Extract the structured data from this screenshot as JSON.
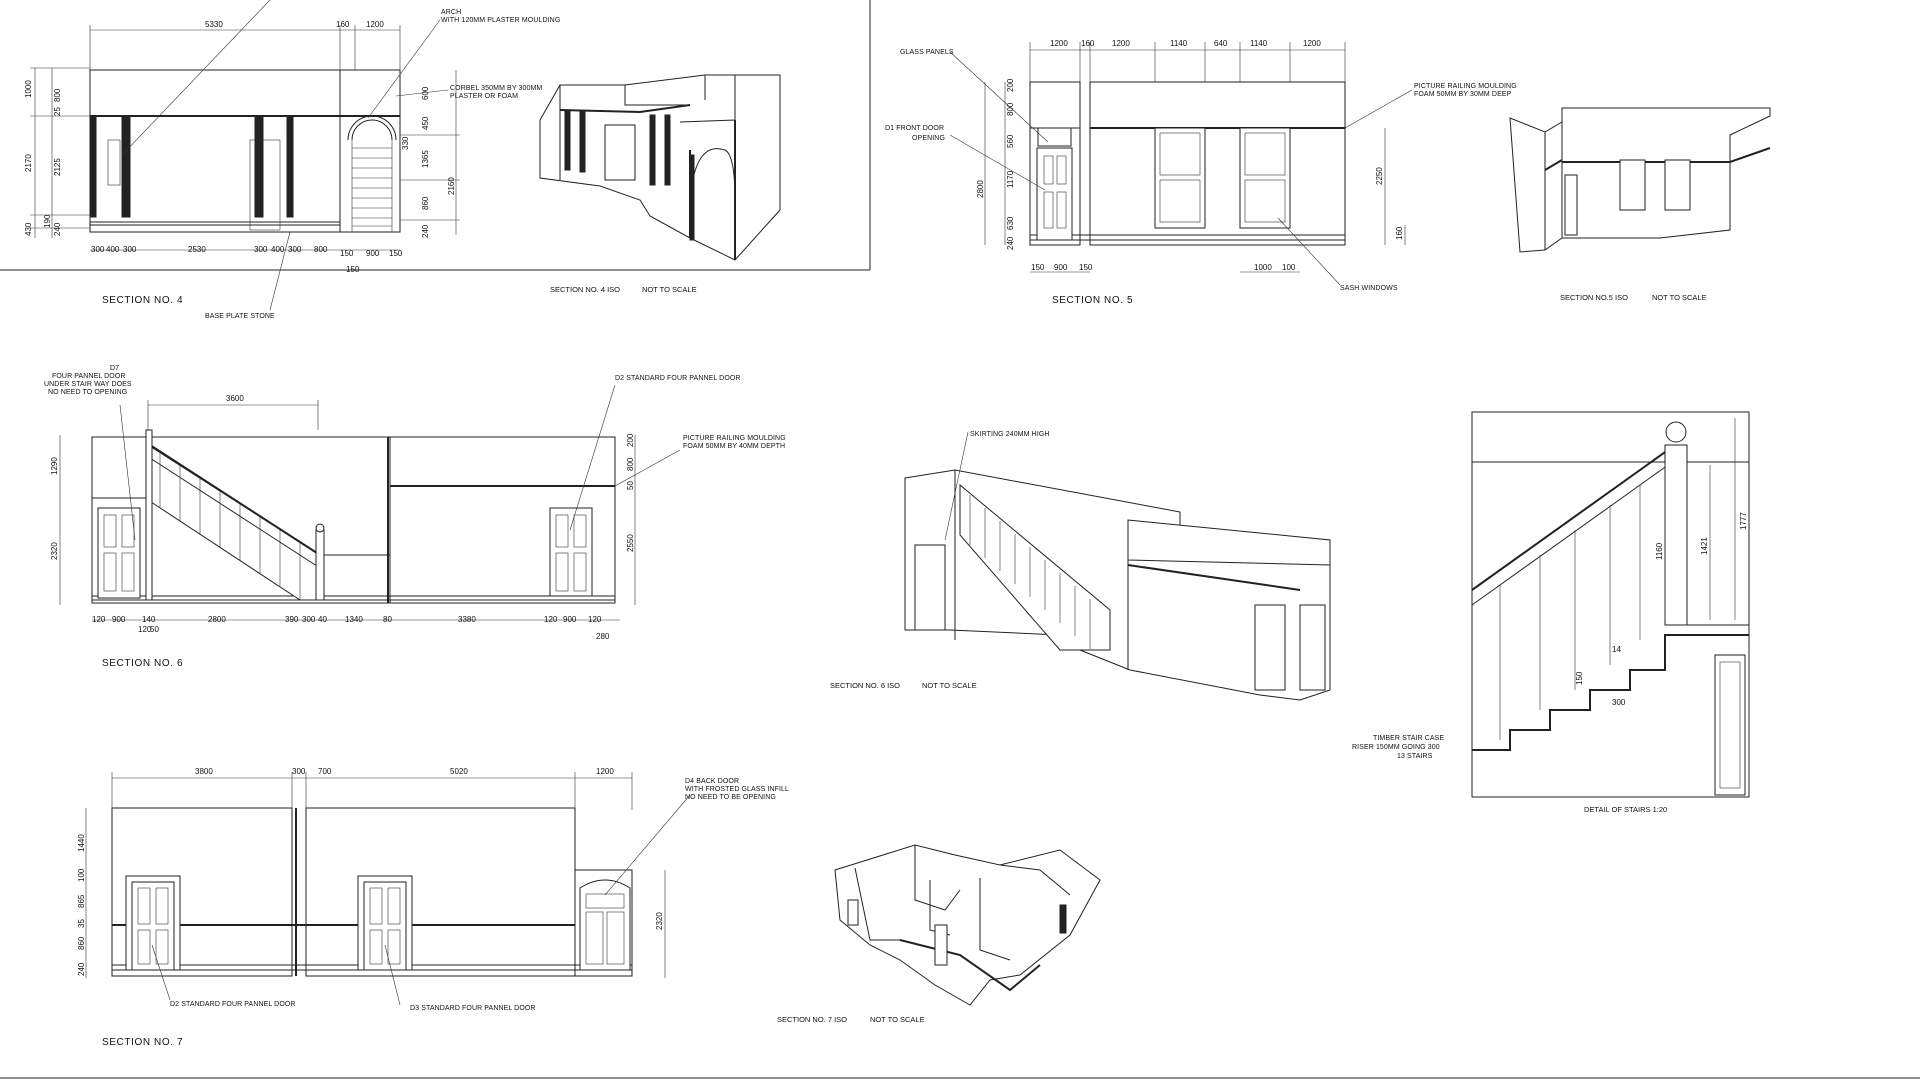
{
  "sections": {
    "s4": {
      "title": "SECTION   NO. 4",
      "iso_caption": "SECTION NO. 4  ISO",
      "iso_scale": "NOT TO SCALE",
      "notes": {
        "arch_1": "ARCH",
        "arch_2": "WITH 120MM PLASTER MOULDING",
        "corbel_1": "CORBEL 350MM BY 300MM",
        "corbel_2": "PLASTER OR FOAM",
        "base_plate": "BASE PLATE STONE"
      },
      "dims_top": [
        "5330",
        "160",
        "1200"
      ],
      "dims_left": [
        "1000",
        "800",
        "2170",
        "2125",
        "430",
        "190",
        "240",
        "25"
      ],
      "dims_right": [
        "600",
        "450",
        "1365",
        "330",
        "860",
        "240",
        "2160"
      ],
      "dims_bottom": [
        "300",
        "400",
        "300",
        "2530",
        "300",
        "400",
        "300",
        "800",
        "900",
        "150",
        "150",
        "150"
      ]
    },
    "s5": {
      "title": "SECTION   NO. 5",
      "iso_caption": "SECTION NO.5  ISO",
      "iso_scale": "NOT TO SCALE",
      "notes": {
        "glass_panels": "GLASS PANELS",
        "front_door_1": "D1  FRONT DOOR",
        "front_door_2": "OPENING",
        "picture_rail_1": "PICTURE RAILING MOULDING",
        "picture_rail_2": "FOAM 50MM BY 30MM DEEP",
        "sash": "SASH WINDOWS"
      },
      "dims_top": [
        "1200",
        "160",
        "1200",
        "1140",
        "640",
        "1140",
        "1200"
      ],
      "dims_left": [
        "200",
        "800",
        "560",
        "2800",
        "1170",
        "630",
        "240"
      ],
      "dims_right": [
        "2250",
        "160"
      ],
      "dims_bottom": [
        "150",
        "900",
        "150",
        "1000",
        "100"
      ]
    },
    "s6": {
      "title": "SECTION   NO. 6",
      "iso_caption": "SECTION NO. 6  ISO",
      "iso_scale": "NOT TO SCALE",
      "notes": {
        "d7_1": "D7",
        "d7_2": "FOUR PANNEL DOOR",
        "d7_3": "UNDER STAIR WAY DOES",
        "d7_4": "NO NEED TO OPENING",
        "d2": "D2 STANDARD FOUR PANNEL DOOR",
        "picture_rail_1": "PICTURE RAILING MOULDING",
        "picture_rail_2": "FOAM 50MM BY 40MM DEPTH",
        "skirting": "SKIRTING 240MM HIGH"
      },
      "dims_top": [
        "3600"
      ],
      "dims_left": [
        "1290",
        "2320"
      ],
      "dims_right": [
        "200",
        "800",
        "50",
        "2550"
      ],
      "dims_bottom": [
        "120",
        "900",
        "140",
        "2800",
        "390",
        "300",
        "40",
        "1340",
        "80",
        "3380",
        "120",
        "900",
        "120",
        "120",
        "50",
        "280"
      ]
    },
    "s7": {
      "title": "SECTION   NO. 7",
      "iso_caption": "SECTION NO. 7  ISO",
      "iso_scale": "NOT TO SCALE",
      "notes": {
        "d4_1": "D4 BACK DOOR",
        "d4_2": "WITH FROSTED GLASS INFILL",
        "d4_3": "NO NEED TO BE OPENING",
        "d2": "D2 STANDARD FOUR PANNEL DOOR",
        "d3": "D3 STANDARD FOUR PANNEL DOOR"
      },
      "dims_top": [
        "3800",
        "300",
        "700",
        "5020",
        "1200"
      ],
      "dims_left": [
        "1440",
        "100",
        "865",
        "35",
        "860",
        "240"
      ],
      "dims_right": [
        "2320"
      ]
    },
    "stairs": {
      "caption": "DETAIL OF STAIRS 1:20",
      "note_1": "TIMBER STAIR CASE",
      "note_2": "RISER 150MM GOING 300",
      "note_3": "13 STAIRS",
      "dims": [
        "1777",
        "1421",
        "1160",
        "150",
        "14",
        "300"
      ]
    }
  }
}
